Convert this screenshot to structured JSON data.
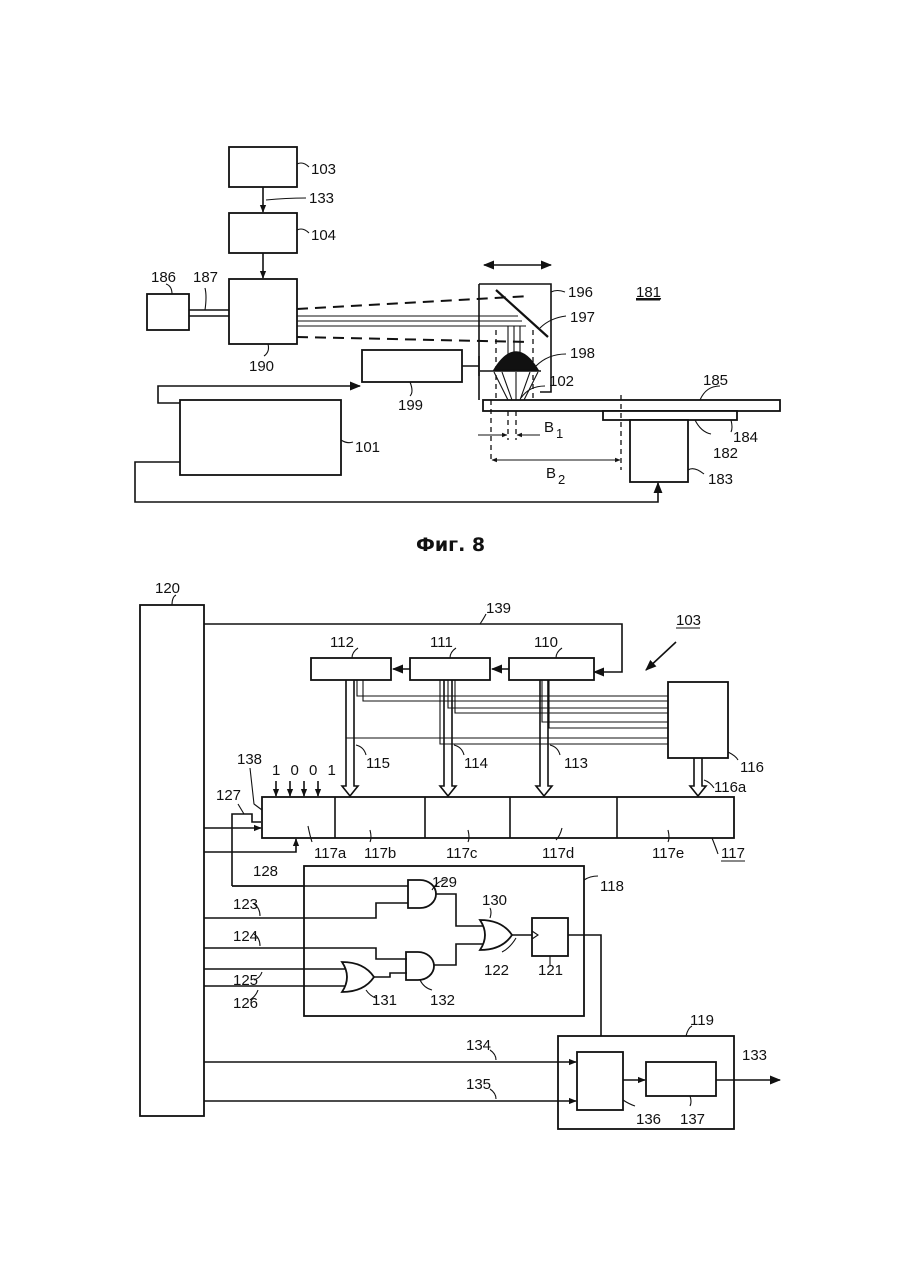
{
  "figure_caption": "Фиг. 8",
  "top_labels": {
    "b103": "103",
    "b133": "133",
    "b104": "104",
    "b186": "186",
    "b187": "187",
    "b190": "190",
    "b196": "196",
    "b181": "181",
    "b197": "197",
    "b198": "198",
    "b199": "199",
    "b102": "102",
    "b185": "185",
    "b101": "101",
    "b184": "184",
    "b182": "182",
    "b183": "183",
    "B1": "B",
    "B1sub": "1",
    "B2": "B",
    "B2sub": "2"
  },
  "bottom_labels": {
    "b120": "120",
    "b139": "139",
    "b103": "103",
    "b112": "112",
    "b111": "111",
    "b110": "110",
    "b115": "115",
    "b114": "114",
    "b113": "113",
    "b116": "116",
    "b116a": "116a",
    "b138": "138",
    "bits": "1 0 0 1",
    "b127": "127",
    "b117a": "117a",
    "b117b": "117b",
    "b117c": "117c",
    "b117d": "117d",
    "b117e": "117e",
    "b117": "117",
    "b128": "128",
    "b118": "118",
    "b129": "129",
    "b130": "130",
    "b123": "123",
    "b124": "124",
    "b122": "122",
    "b121": "121",
    "b125": "125",
    "b126": "126",
    "b131": "131",
    "b132": "132",
    "b119": "119",
    "b134": "134",
    "b133": "133",
    "b135": "135",
    "b136": "136",
    "b137": "137"
  }
}
